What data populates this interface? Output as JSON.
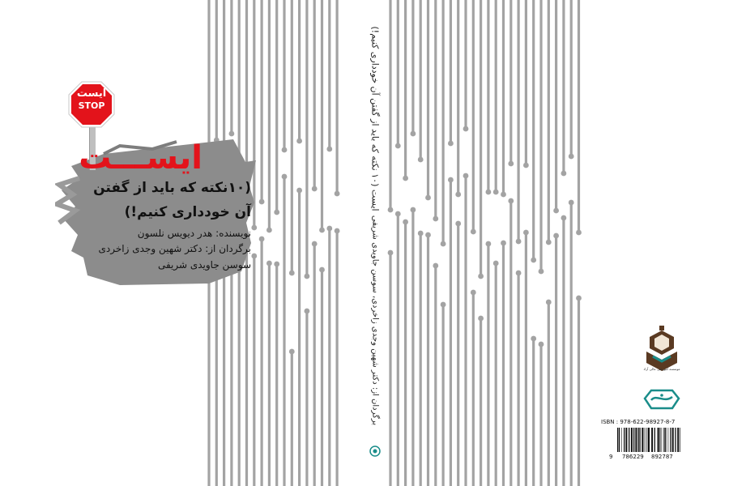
{
  "front": {
    "sign": {
      "label_fa": "ایست",
      "label_en": "STOP"
    },
    "title": "ایســـت",
    "subtitle_line1": "(۱۰نکته که باید از گفتن",
    "subtitle_line2": "آن خودداری کنیم!)",
    "author": "نویسنده: هدر دیویس نلسون",
    "translator_line1": "برگردان از: دکتر شهین وجدی زاخردی",
    "translator_line2": "سوسن جاویدی شریفی"
  },
  "spine": {
    "title": "ایست (۱۰ نکته که باید از گفتن آن خودداری کنیم!)",
    "credit": "برگردان از: دکتر شهین وجدی زاخردی، سوسن جاویدی شریفی"
  },
  "back": {
    "publisher1_caption": "موسسه آموزشی عالی آزاد",
    "isbn": "ISBN : 978-622-98927-8-7",
    "barcode_left": "9",
    "barcode_middle": "786229",
    "barcode_right": "892787"
  },
  "colors": {
    "accent_red": "#e3131b",
    "line_gray": "#a3a3a3",
    "brush_gray": "#8c8c8c",
    "logo_teal": "#1a8d8a",
    "logo_brown": "#5a3a22"
  }
}
